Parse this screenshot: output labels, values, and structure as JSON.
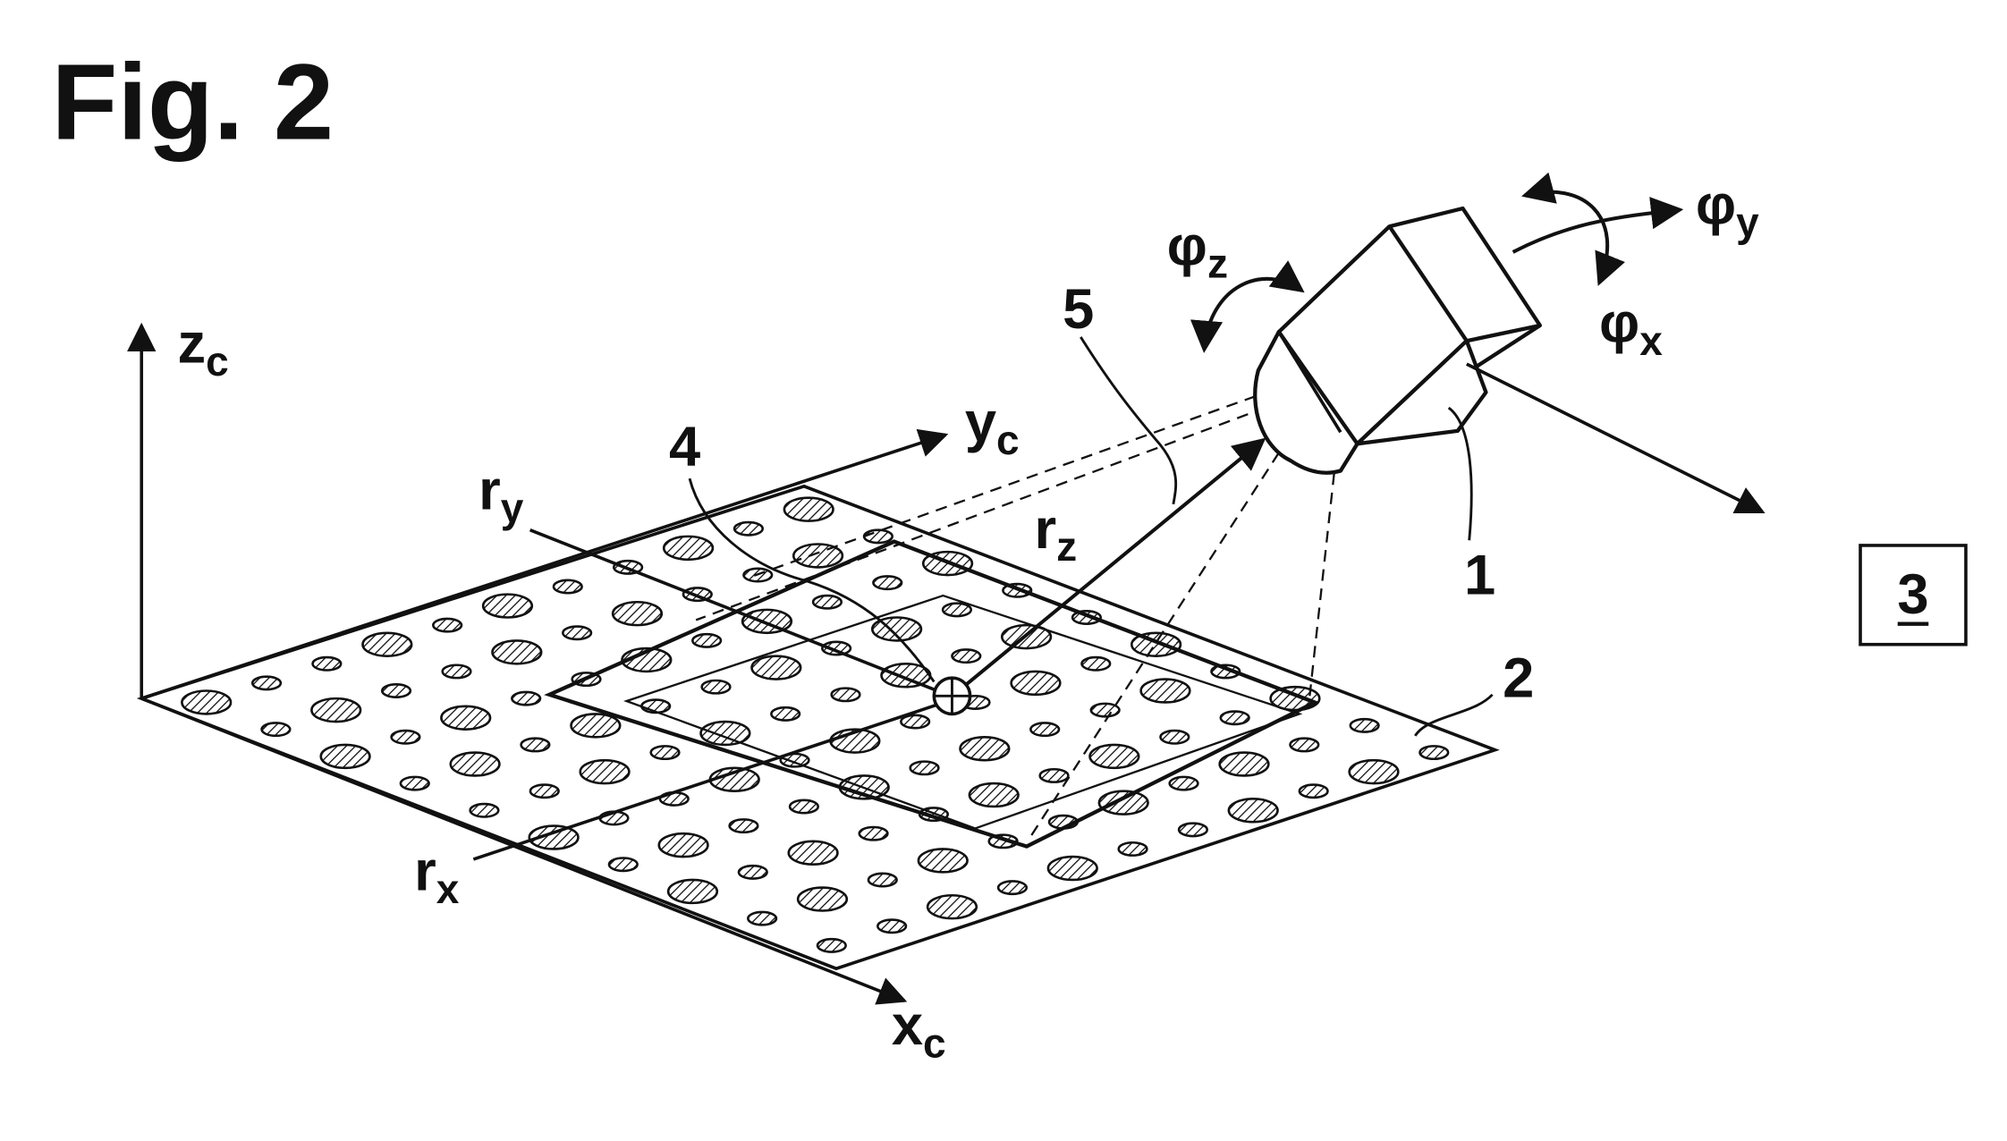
{
  "figure": {
    "title": "Fig. 2",
    "axes": {
      "z": {
        "base": "z",
        "sub": "c"
      },
      "y": {
        "base": "y",
        "sub": "c"
      },
      "x": {
        "base": "x",
        "sub": "c"
      }
    },
    "rotation_labels": {
      "phi_z": {
        "base": "φ",
        "sub": "z"
      },
      "phi_y": {
        "base": "φ",
        "sub": "y"
      },
      "phi_x": {
        "base": "φ",
        "sub": "x"
      }
    },
    "vector_labels": {
      "r_y": {
        "base": "r",
        "sub": "y"
      },
      "r_z": {
        "base": "r",
        "sub": "z"
      },
      "r_x": {
        "base": "r",
        "sub": "x"
      }
    },
    "reference_numerals": {
      "camera": "1",
      "plate": "2",
      "unit": "3",
      "target_point": "4",
      "optical_axis": "5"
    }
  },
  "colors": {
    "ink": "#111111",
    "paper": "#ffffff"
  }
}
